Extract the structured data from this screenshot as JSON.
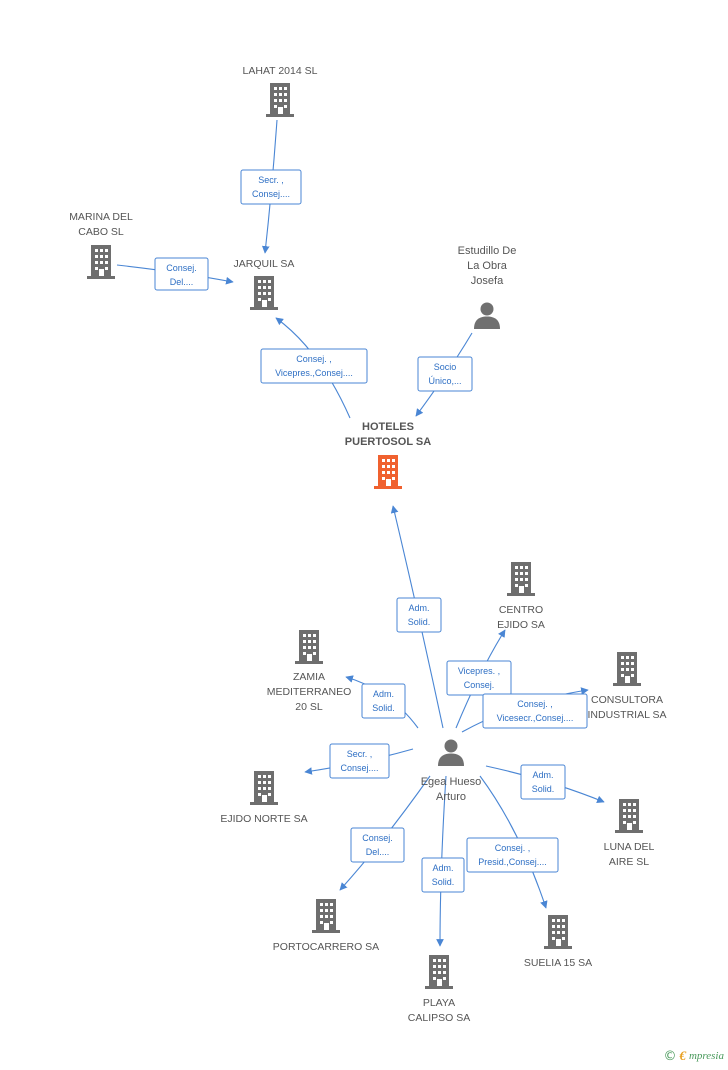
{
  "colors": {
    "building": "#6e6e6e",
    "main_building": "#f0612f",
    "person": "#707070",
    "edge": "#4a86d4",
    "footer": "#4a9a5c"
  },
  "nodes": [
    {
      "id": "hoteles",
      "kind": "company",
      "main": true,
      "label": [
        "HOTELES",
        "PUERTOSOL SA"
      ]
    },
    {
      "id": "lahat",
      "kind": "company",
      "label": [
        "LAHAT 2014  SL"
      ]
    },
    {
      "id": "marina",
      "kind": "company",
      "label": [
        "MARINA DEL",
        "CABO  SL"
      ]
    },
    {
      "id": "jarquil",
      "kind": "company",
      "label": [
        "JARQUIL SA"
      ]
    },
    {
      "id": "estudillo",
      "kind": "person",
      "label": [
        "Estudillo De",
        "La Obra",
        "Josefa"
      ]
    },
    {
      "id": "egea",
      "kind": "person",
      "label": [
        "Egea Hueso",
        "Arturo"
      ]
    },
    {
      "id": "centro",
      "kind": "company",
      "label": [
        "CENTRO",
        "EJIDO SA"
      ]
    },
    {
      "id": "zamia",
      "kind": "company",
      "label": [
        "ZAMIA",
        "MEDITERRANEO",
        "20 SL"
      ]
    },
    {
      "id": "consultora",
      "kind": "company",
      "label": [
        "CONSULTORA",
        "INDUSTRIAL SA"
      ]
    },
    {
      "id": "ejidonorte",
      "kind": "company",
      "label": [
        "EJIDO NORTE SA"
      ]
    },
    {
      "id": "luna",
      "kind": "company",
      "label": [
        "LUNA DEL",
        "AIRE SL"
      ]
    },
    {
      "id": "portocarrero",
      "kind": "company",
      "label": [
        "PORTOCARRERO SA"
      ]
    },
    {
      "id": "playa",
      "kind": "company",
      "label": [
        "PLAYA",
        "CALIPSO SA"
      ]
    },
    {
      "id": "suelia",
      "kind": "company",
      "label": [
        "SUELIA 15 SA"
      ]
    }
  ],
  "edges": [
    {
      "from": "lahat",
      "to": "jarquil",
      "label": [
        "Secr. ,",
        "Consej...."
      ]
    },
    {
      "from": "marina",
      "to": "jarquil",
      "label": [
        "Consej.",
        "Del...."
      ]
    },
    {
      "from": "hoteles",
      "to": "jarquil",
      "label": [
        "Consej. ,",
        "Vicepres.,Consej...."
      ]
    },
    {
      "from": "estudillo",
      "to": "hoteles",
      "label": [
        "Socio",
        "Único,..."
      ]
    },
    {
      "from": "egea",
      "to": "hoteles",
      "label": [
        "Adm.",
        "Solid."
      ]
    },
    {
      "from": "egea",
      "to": "centro",
      "label": [
        "Vicepres. ,",
        "Consej."
      ]
    },
    {
      "from": "egea",
      "to": "zamia",
      "label": [
        "Adm.",
        "Solid."
      ]
    },
    {
      "from": "egea",
      "to": "consultora",
      "label": [
        "Consej. ,",
        "Vicesecr.,Consej...."
      ]
    },
    {
      "from": "egea",
      "to": "ejidonorte",
      "label": [
        "Secr. ,",
        "Consej...."
      ]
    },
    {
      "from": "egea",
      "to": "luna",
      "label": [
        "Adm.",
        "Solid."
      ]
    },
    {
      "from": "egea",
      "to": "portocarrero",
      "label": [
        "Consej.",
        "Del...."
      ]
    },
    {
      "from": "egea",
      "to": "playa",
      "label": [
        "Adm.",
        "Solid."
      ]
    },
    {
      "from": "egea",
      "to": "suelia",
      "label": [
        "Consej. ,",
        "Presid.,Consej...."
      ]
    }
  ],
  "footer": {
    "copyright": "©",
    "brand_initial": "€",
    "brand_rest": "mpresia"
  }
}
